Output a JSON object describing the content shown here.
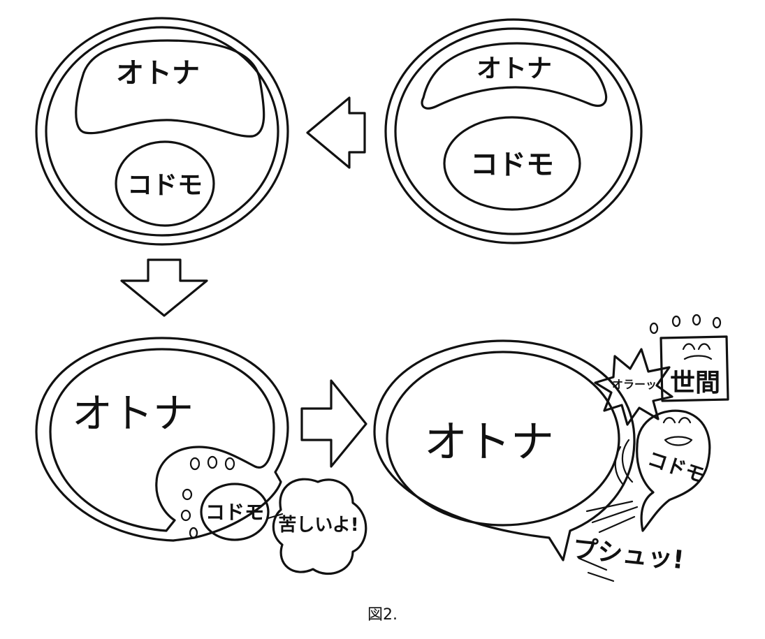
{
  "labels": {
    "adult": "オトナ",
    "child": "コドモ",
    "society": "世間",
    "shout": "オラーッ",
    "pain": "苦しいよ!",
    "pop": "プシュッ!"
  },
  "caption": "図2."
}
